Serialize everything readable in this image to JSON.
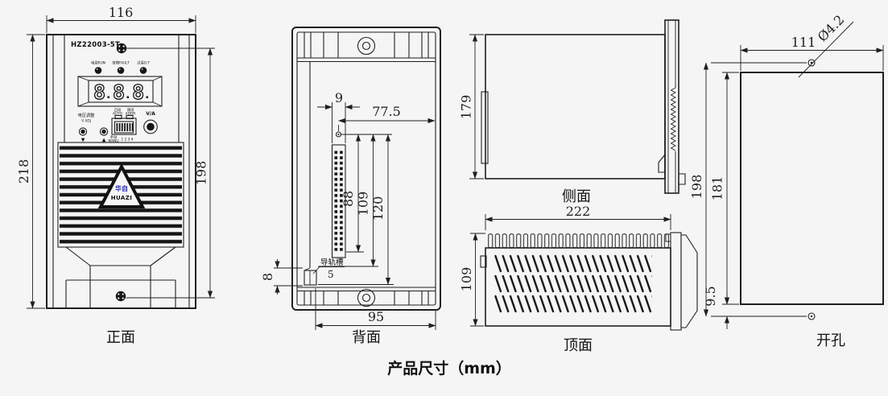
{
  "title": "产品尺寸（mm）",
  "colors": {
    "line": "#1f1f1f",
    "logo_blue": "#2b2bb4",
    "background": "#f5f5f6"
  },
  "front": {
    "label": "正面",
    "model": "HZ22003-5T",
    "led_run": "电源RUN",
    "led_fault": "故障FAULT",
    "led_ot": "过温O.T",
    "display_digits": "888",
    "volt_adjust_cn": "电压调整",
    "volt_adjust_en": "V ADJ",
    "btn_down": "▼",
    "btn_up": "▲",
    "sw_auto_cn": "自动",
    "sw_auto_en": "AUTO",
    "sw_debug_cn": "调试",
    "sw_debug_en": "ADDR",
    "sw_manual_cn": "手动",
    "sw_manual_en": "MANU",
    "sw_pins": "1 2 3 4",
    "va_label": "V/A",
    "logo_cn": "华自",
    "logo_en": "HUAZI",
    "dim_width": "116",
    "dim_height": "218",
    "dim_screw_span": "198"
  },
  "back": {
    "label": "背面",
    "rail_label": "导轨槽",
    "dim_conn_width": "9",
    "dim_to_edge": "77.5",
    "dim_conn_len": "88",
    "dim_rail_top": "109",
    "dim_rail_bottom": "120",
    "dim_rail_h": "8",
    "dim_rail_w": "5",
    "dim_bottom_width": "95"
  },
  "side": {
    "label": "侧面",
    "dim_height": "179"
  },
  "top": {
    "label": "顶面",
    "dim_width": "222",
    "dim_depth": "109"
  },
  "cutout": {
    "label": "开孔",
    "dim_width": "111",
    "dim_hole": "Ø4.2",
    "dim_total_height": "198",
    "dim_cut_height": "181",
    "dim_hole_offset": "9.5"
  }
}
